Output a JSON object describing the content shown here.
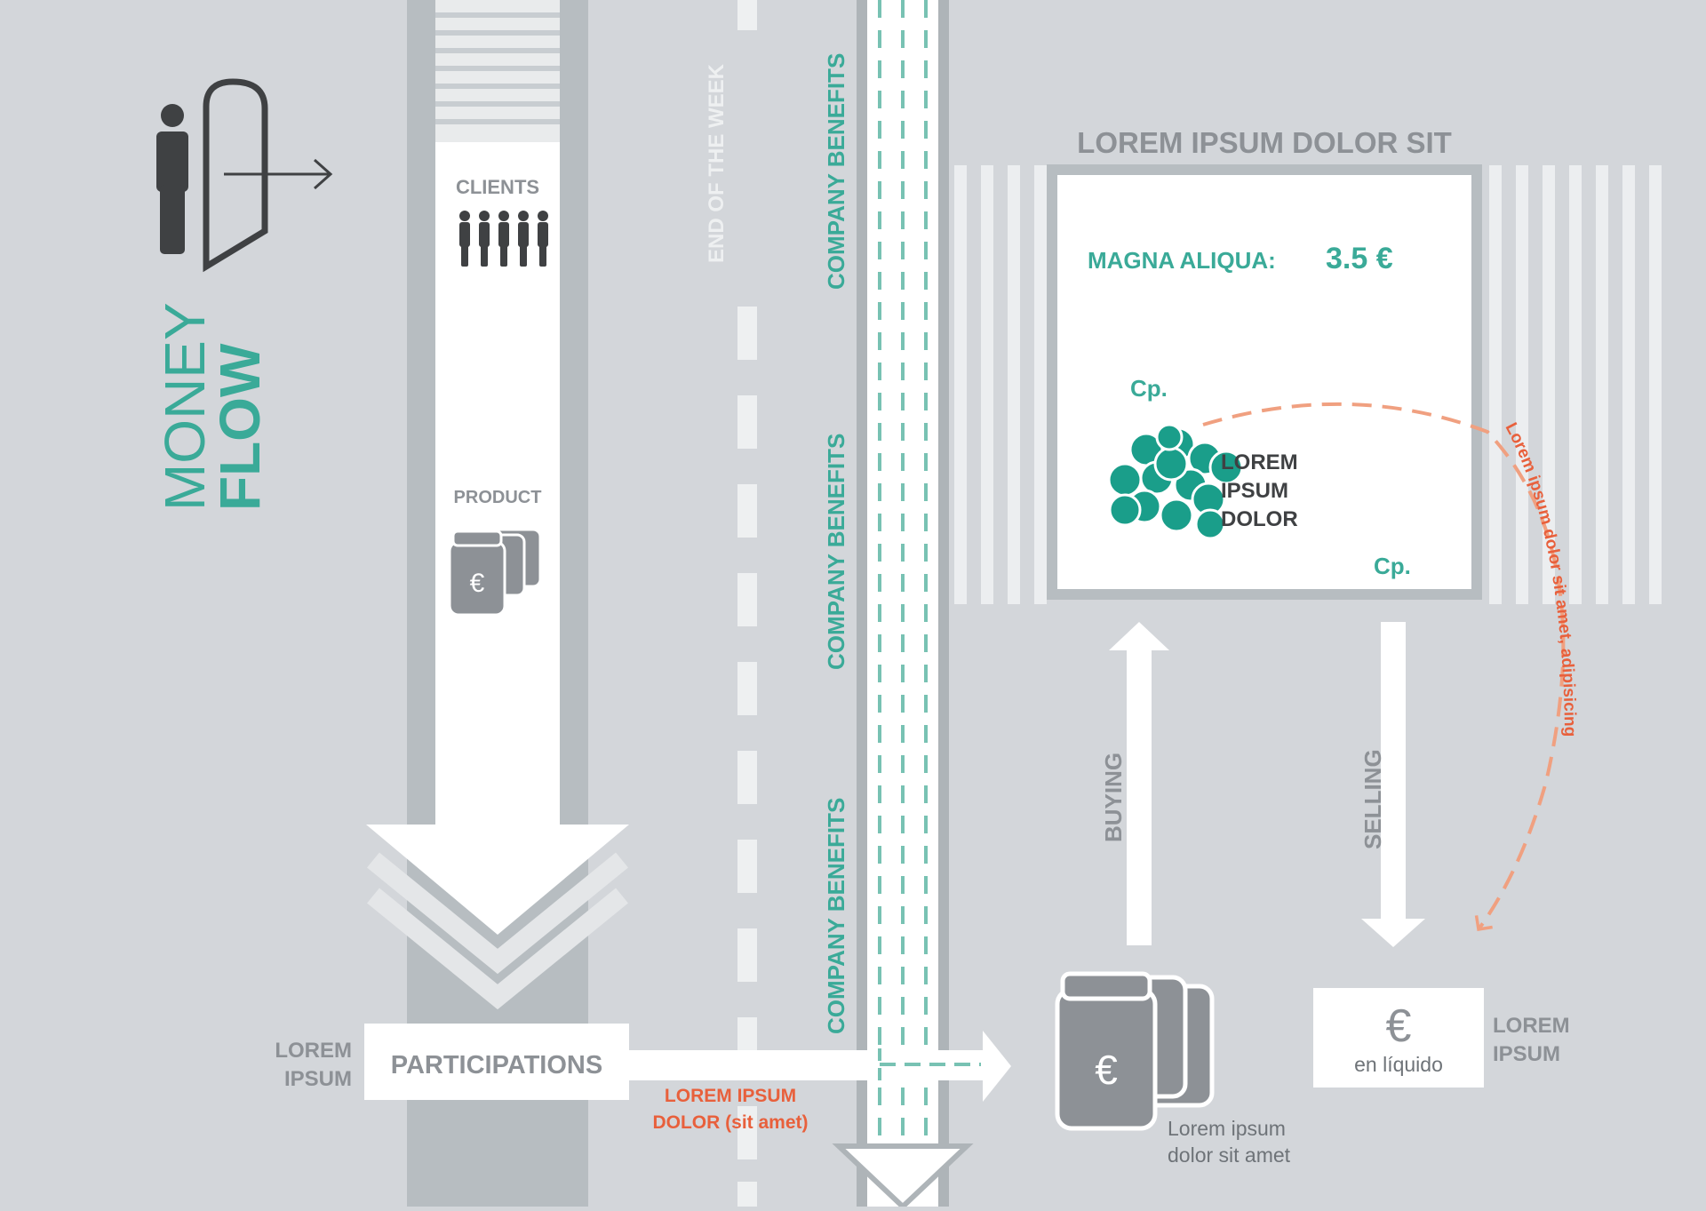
{
  "title": {
    "line1": "MONEY",
    "line2": "FLOW"
  },
  "flow": {
    "clients_label": "CLIENTS",
    "product_label": "PRODUCT",
    "participations_label": "PARTICIPATIONS",
    "left_note": [
      "LOREM",
      "IPSUM"
    ],
    "orange_note": [
      "LOREM IPSUM",
      "DOLOR (sit amet)"
    ]
  },
  "road": {
    "end_of_week_label": "END OF THE WEEK",
    "company_benefits_label": "COMPANY BENEFITS"
  },
  "market": {
    "title": "LOREM IPSUM DOLOR SIT",
    "price_label": "MAGNA ALIQUA:",
    "price_value": "3.5 €",
    "cp_top": "Cp.",
    "cp_bottom": "Cp.",
    "cluster_label": [
      "LOREM",
      "IPSUM",
      "DOLOR"
    ],
    "curve_label": "Lorem ipsum dolor sit amet, adipisicing"
  },
  "trading": {
    "buying_label": "BUYING",
    "selling_label": "SELLING",
    "jars_caption": [
      "Lorem ipsum",
      "dolor sit amet"
    ],
    "cash_symbol": "€",
    "cash_label": "en líquido",
    "cash_note": [
      "LOREM",
      "IPSUM"
    ]
  },
  "colors": {
    "background": "#d3d6da",
    "teal": "#3aaa98",
    "grey_text": "#8d9196",
    "orange": "#e8603c",
    "dark_figure": "#3f4143"
  }
}
